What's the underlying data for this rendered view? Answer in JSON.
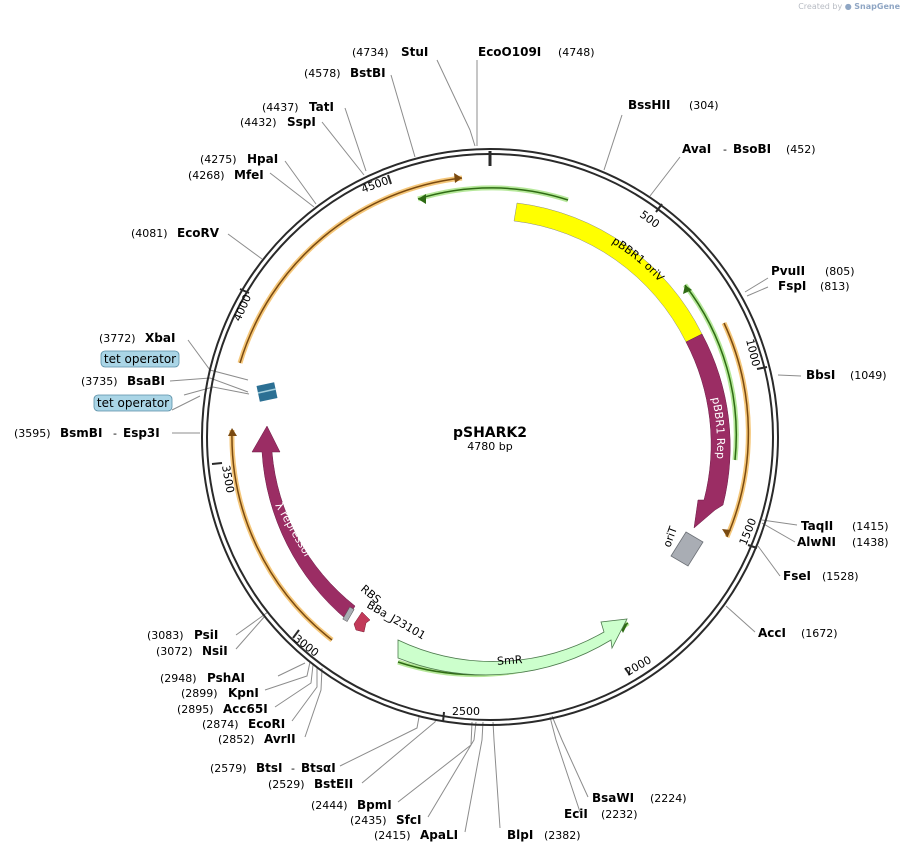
{
  "watermark": {
    "created_by": "Created by",
    "brand": "SnapGene"
  },
  "plasmid": {
    "name": "pSHARK2",
    "length_label": "4780 bp",
    "length": 4780
  },
  "colors": {
    "backbone": "#2a2a2a",
    "oriV": "#ffff00",
    "rep": "#9b2d64",
    "smr": "#ccffcc",
    "oriT": "#a9adb4",
    "tet_operator": "#2c7094",
    "primer_orange": "#f5a623",
    "primer_green": "#4caf28"
  },
  "ticks": [
    "500",
    "1000",
    "1500",
    "2000",
    "2500",
    "3000",
    "3500",
    "4000",
    "4500"
  ],
  "sites": [
    {
      "name": "StuI",
      "pos": "(4734)"
    },
    {
      "name": "EcoO109I",
      "pos": "(4748)"
    },
    {
      "name": "BssHII",
      "pos": "(304)"
    },
    {
      "name": "AvaI",
      "name2": "BsoBI",
      "pos": "(452)"
    },
    {
      "name": "PvuII",
      "pos": "(805)"
    },
    {
      "name": "FspI",
      "pos": "(813)"
    },
    {
      "name": "BbsI",
      "pos": "(1049)"
    },
    {
      "name": "TaqII",
      "pos": "(1415)"
    },
    {
      "name": "AlwNI",
      "pos": "(1438)"
    },
    {
      "name": "FseI",
      "pos": "(1528)"
    },
    {
      "name": "AccI",
      "pos": "(1672)"
    },
    {
      "name": "BsaWI",
      "pos": "(2224)"
    },
    {
      "name": "EciI",
      "pos": "(2232)"
    },
    {
      "name": "BlpI",
      "pos": "(2382)"
    },
    {
      "name": "ApaLI",
      "pos": "(2415)"
    },
    {
      "name": "SfcI",
      "pos": "(2435)"
    },
    {
      "name": "BpmI",
      "pos": "(2444)"
    },
    {
      "name": "BstEII",
      "pos": "(2529)"
    },
    {
      "name": "BtsI",
      "name2": "BtsαI",
      "pos": "(2579)"
    },
    {
      "name": "AvrII",
      "pos": "(2852)"
    },
    {
      "name": "EcoRI",
      "pos": "(2874)"
    },
    {
      "name": "Acc65I",
      "pos": "(2895)"
    },
    {
      "name": "KpnI",
      "pos": "(2899)"
    },
    {
      "name": "PshAI",
      "pos": "(2948)"
    },
    {
      "name": "NsiI",
      "pos": "(3072)"
    },
    {
      "name": "PsiI",
      "pos": "(3083)"
    },
    {
      "name": "BsmBI",
      "name2": "Esp3I",
      "pos": "(3595)"
    },
    {
      "name": "BsaBI",
      "pos": "(3735)"
    },
    {
      "name": "XbaI",
      "pos": "(3772)"
    },
    {
      "name": "EcoRV",
      "pos": "(4081)"
    },
    {
      "name": "MfeI",
      "pos": "(4268)"
    },
    {
      "name": "HpaI",
      "pos": "(4275)"
    },
    {
      "name": "SspI",
      "pos": "(4432)"
    },
    {
      "name": "TatI",
      "pos": "(4437)"
    },
    {
      "name": "BstBI",
      "pos": "(4578)"
    }
  ],
  "features": {
    "oriV": "pBBR1 oriV",
    "rep": "pBBR1 Rep",
    "oriT": "oriT",
    "smr": "SmR",
    "repressor": "λ repressor",
    "rbs": "RBS",
    "promoter": "BBa_J23101",
    "tet_operator_1": "tet operator",
    "tet_operator_2": "tet operator"
  }
}
